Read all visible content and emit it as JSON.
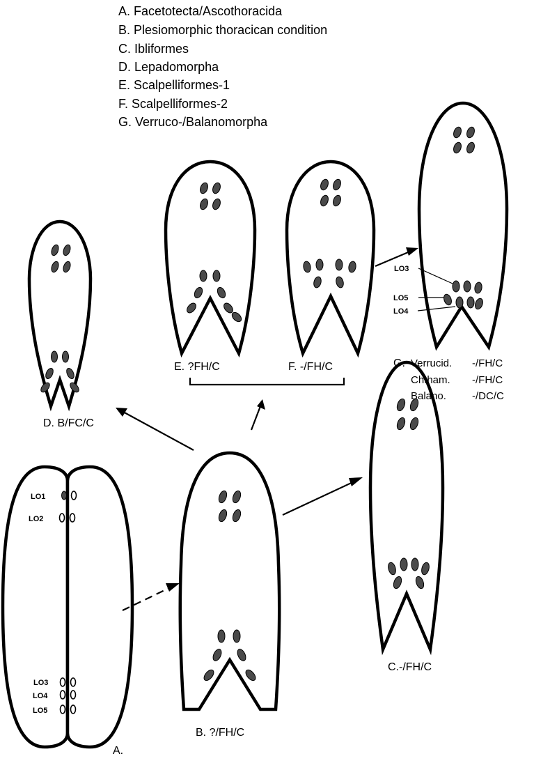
{
  "legend": {
    "a": "A. Facetotecta/Ascothoracida",
    "b": "B. Plesiomorphic thoracican condition",
    "c": "C. Ibliformes",
    "d": "D. Lepadomorpha",
    "e": "E. Scalpelliformes-1",
    "f": "F. Scalpelliformes-2",
    "g": "G. Verruco-/Balanomorpha"
  },
  "panels": {
    "a": {
      "label": "A.",
      "lo1": "LO1",
      "lo2": "LO2",
      "lo3": "LO3",
      "lo4": "LO4",
      "lo5": "LO5"
    },
    "b": {
      "label": "B.  ?/FH/C"
    },
    "c": {
      "label": "C.-/FH/C"
    },
    "d": {
      "label": "D.  B/FC/C"
    },
    "e": {
      "label": "E.  ?FH/C"
    },
    "f": {
      "label": "F.  -/FH/C"
    },
    "g": {
      "prefix": "G.",
      "row1_name": "Verrucid.",
      "row1_code": "-/FH/C",
      "row2_name": "Chtham.",
      "row2_code": "-/FH/C",
      "row3_name": "Balano.",
      "row3_code": "-/DC/C",
      "lo3": "LO3",
      "lo5": "LO5",
      "lo4": "LO4"
    }
  }
}
